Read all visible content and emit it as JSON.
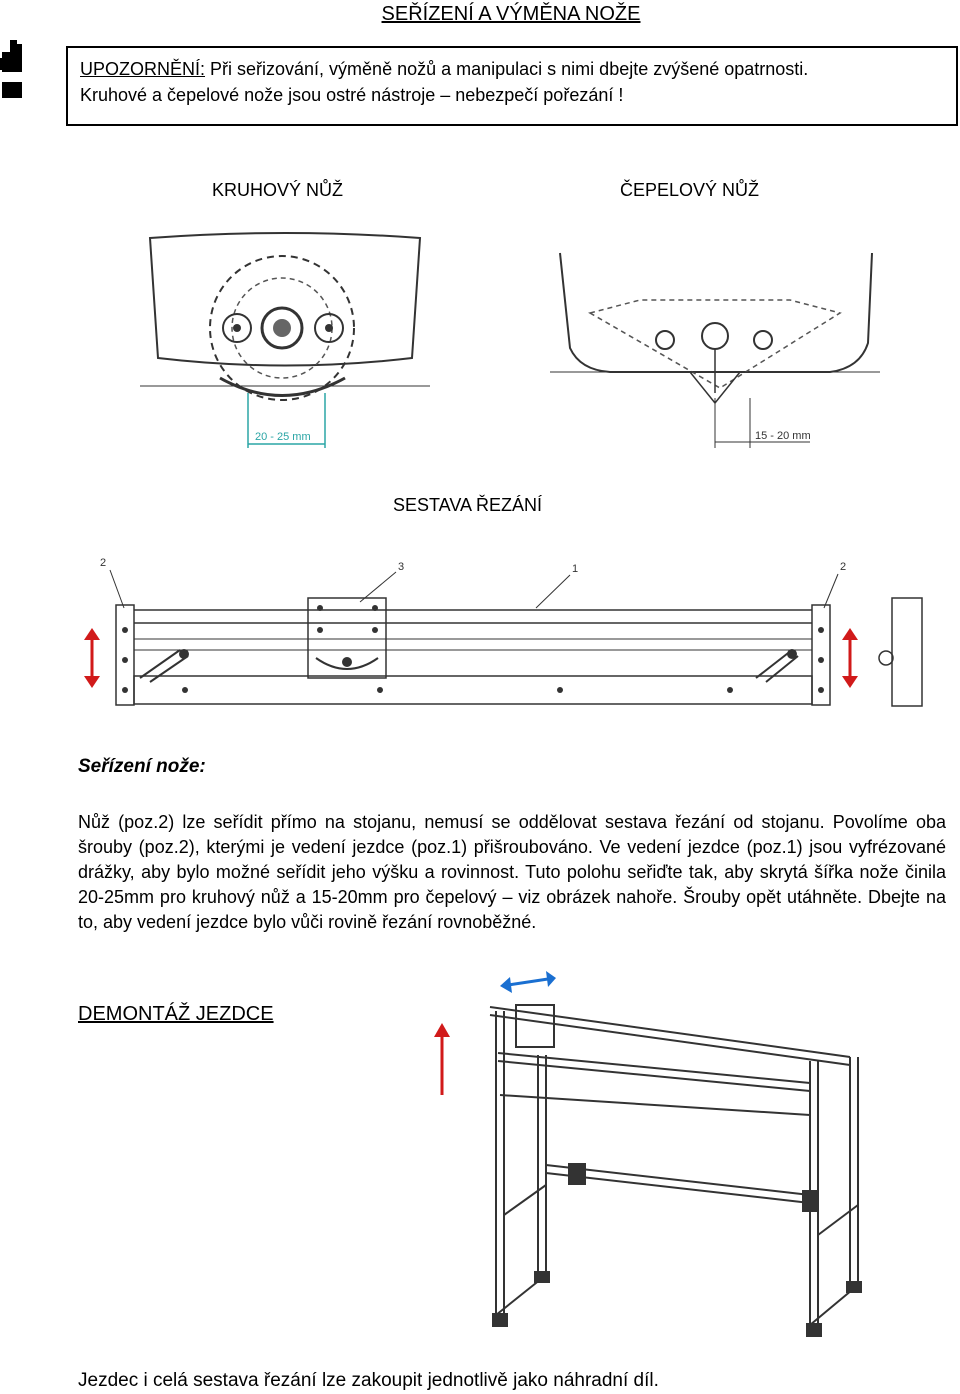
{
  "page": {
    "title": "SEŘÍZENÍ A VÝMĚNA NOŽE",
    "warning": {
      "label": "UPOZORNĚNÍ:",
      "line1": " Při seřizování, výměně nožů a manipulaci s nimi dbejte zvýšené opatrnosti.",
      "line2": "Kruhové a čepelové nože jsou ostré nástroje – nebezpečí pořezání !"
    },
    "figures": {
      "round_knife_caption": "KRUHOVÝ NŮŽ",
      "blade_knife_caption": "ČEPELOVÝ NŮŽ",
      "round_dim": "20 - 25 mm",
      "blade_dim": "15 - 20 mm",
      "assembly_caption": "SESTAVA ŘEZÁNÍ",
      "callouts": [
        "2",
        "3",
        "1",
        "2"
      ]
    },
    "adjust_heading": "Seřízení nože:",
    "adjust_text": "Nůž (poz.2) lze seřídit přímo na stojanu, nemusí se oddělovat sestava řezání od stojanu. Povolíme oba šrouby (poz.2), kterými je vedení jezdce (poz.1) přišroubováno. Ve vedení jezdce (poz.1) jsou vyfrézované drážky, aby bylo možné seřídit jeho výšku a rovinnost. Tuto polohu seřiďte tak, aby skrytá šířka nože činila 20-25mm pro kruhový nůž a 15-20mm pro čepelový – viz obrázek nahoře. Šrouby opět utáhněte. Dbejte na to, aby vedení jezdce bylo vůči rovině řezání rovnoběžné.",
    "dismount_heading": "DEMONTÁŽ JEZDCE",
    "footer_text": "Jezdec i celá sestava řezání lze zakoupit jednotlivě jako náhradní díl."
  },
  "colors": {
    "dimension": "#2aa5a5",
    "arrow_red": "#d11a1a",
    "arrow_blue": "#1a6fd1",
    "drawing": "#333333"
  }
}
